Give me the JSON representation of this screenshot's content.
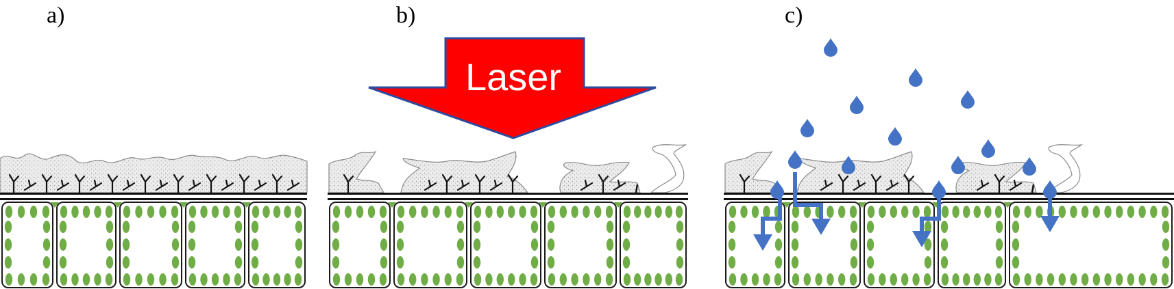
{
  "panels": [
    {
      "label": "a)"
    },
    {
      "label": "b)"
    },
    {
      "label": "c)"
    }
  ],
  "laser_label": "Laser",
  "colors": {
    "wax": "#ececec",
    "wax_stipple": "#9a9a9a",
    "cell_fill": "#ffffff",
    "cell_border": "#1a1a1a",
    "chloroplast": "#70ad47",
    "laser_fill": "#ff0000",
    "laser_outline": "#2e4a9e",
    "water": "#4472c4"
  },
  "icons": [
    "wax-layer",
    "wax-crystal-icon",
    "leaf-cell",
    "chloroplast",
    "laser-arrow",
    "water-droplet-icon",
    "water-flow-arrow-icon"
  ]
}
